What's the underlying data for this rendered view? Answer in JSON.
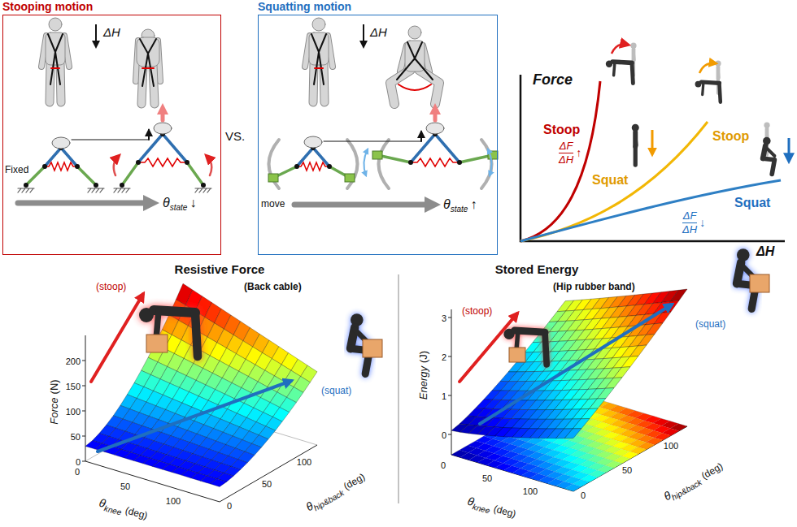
{
  "diagram": {
    "nodes": [
      {
        "text": [
          "Stooping motion"
        ]
      },
      {
        "text": [
          "Squatting motion"
        ]
      }
    ],
    "labels": [
      "ΔH",
      "Fixed",
      "θ",
      "state",
      "↓",
      "VS.",
      "ΔH",
      "move",
      "θ",
      "state",
      "↑",
      "Force",
      "ΔH",
      "Stoop",
      "ΔF",
      "ΔH",
      "↑",
      "Stoop",
      "Squat",
      "Squat",
      "ΔF",
      "ΔH",
      "↓",
      "Resistive Force",
      "(Back cable)",
      "(stoop)",
      "(squat)",
      "0",
      "50",
      "100",
      "150",
      "200",
      "Force",
      "(N)",
      "0",
      "50",
      "100",
      "θ",
      "knee",
      "(deg)",
      "0",
      "50",
      "100",
      "θ",
      "hip&back",
      "(deg)",
      "Stored Energy",
      "(Hip rubber band)",
      "(stoop)",
      "(squat)",
      "0",
      "1",
      "2",
      "3",
      "Energy",
      "(J)",
      "0",
      "50",
      "100",
      "θ",
      "knee",
      "(deg)",
      "0",
      "50",
      "100",
      "θ",
      "hip&back",
      "(deg)"
    ]
  }
}
